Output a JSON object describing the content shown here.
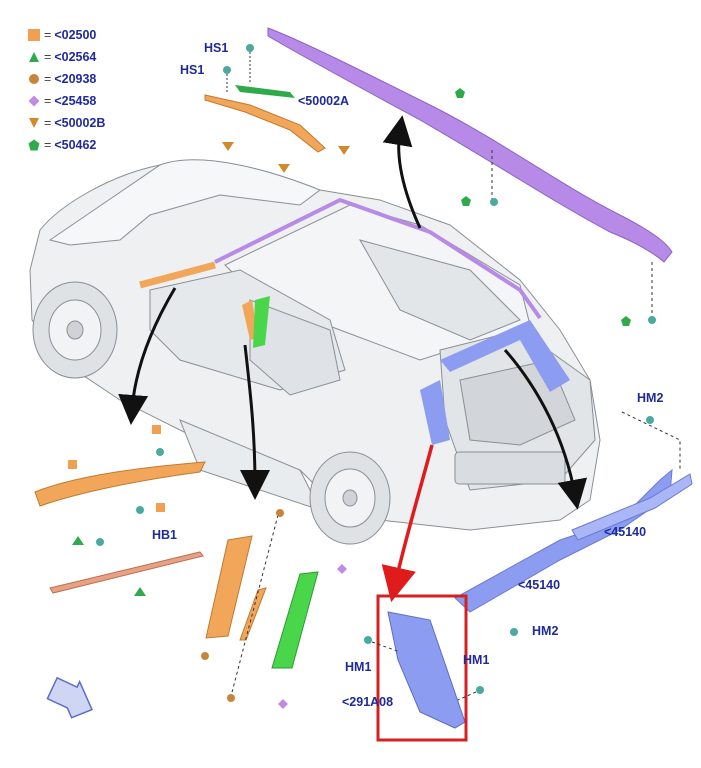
{
  "legend": [
    {
      "shape": "square",
      "color": "#f0a050",
      "code": "<02500"
    },
    {
      "shape": "triangle",
      "color": "#2faa4a",
      "code": "<02564"
    },
    {
      "shape": "circle",
      "color": "#c8843a",
      "code": "<20938"
    },
    {
      "shape": "diamond",
      "color": "#c08ae6",
      "code": "<25458"
    },
    {
      "shape": "tri-down",
      "color": "#d08a2a",
      "code": "<50002B"
    },
    {
      "shape": "pentagon",
      "color": "#2faa4a",
      "code": "<50462"
    }
  ],
  "legend_equals": "=",
  "callouts": {
    "hs1_a": "HS1",
    "hs1_b": "HS1",
    "p50002a": "<50002A",
    "hb1": "HB1",
    "hm2_top": "HM2",
    "p45140_a": "<45140",
    "p45140_b": "<45140",
    "hm2_bottom": "HM2",
    "hm1_left": "HM1",
    "hm1_right": "HM1",
    "p291a08": "<291A08"
  },
  "colors": {
    "orange_part": "#f2a65a",
    "purple_part": "#b88ae8",
    "green_part": "#49d64a",
    "blue_part": "#8c9cf0",
    "highlight_frame": "#d32020",
    "red_arrow": "#e01b1b",
    "label_text": "#1f2a9c"
  },
  "icons": {
    "direction_indicator": "front-arrow-icon"
  }
}
